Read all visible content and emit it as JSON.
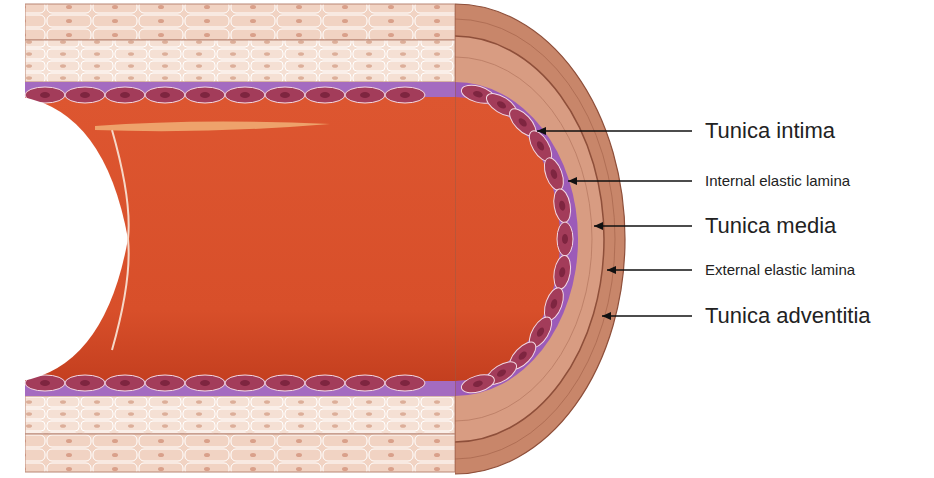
{
  "diagram": {
    "labels": [
      "Tunica intima",
      "Internal elastic lamina",
      "Tunica media",
      "External elastic lamina",
      "Tunica adventitia"
    ]
  }
}
